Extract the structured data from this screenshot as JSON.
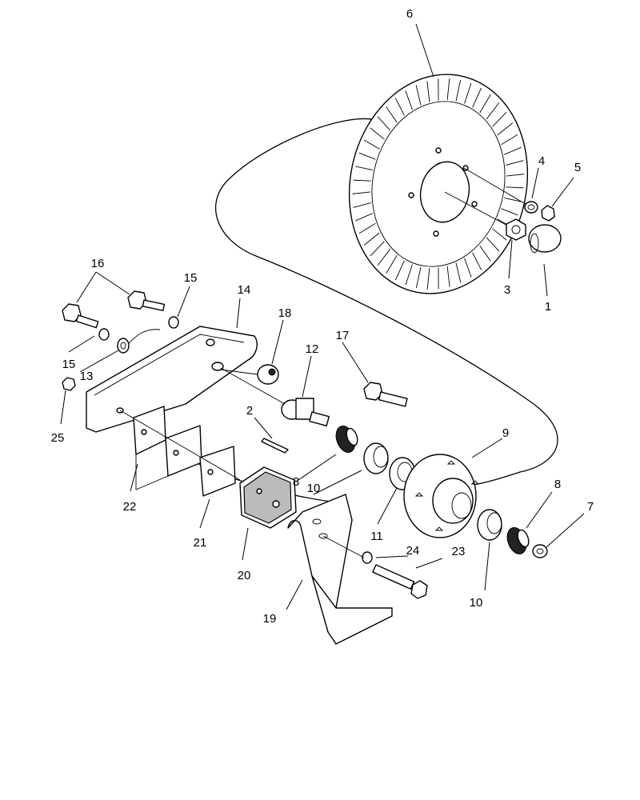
{
  "callouts": {
    "c1": "1",
    "c2": "2",
    "c3": "3",
    "c4": "4",
    "c5": "5",
    "c6": "6",
    "c7": "7",
    "c8a": "8",
    "c8b": "8",
    "c9": "9",
    "c10a": "10",
    "c10b": "10",
    "c11": "11",
    "c12": "12",
    "c13": "13",
    "c14": "14",
    "c15a": "15",
    "c15b": "15",
    "c16": "16",
    "c17": "17",
    "c18": "18",
    "c19": "19",
    "c20": "20",
    "c21": "21",
    "c22": "22",
    "c23": "23",
    "c24": "24",
    "c25": "25"
  }
}
